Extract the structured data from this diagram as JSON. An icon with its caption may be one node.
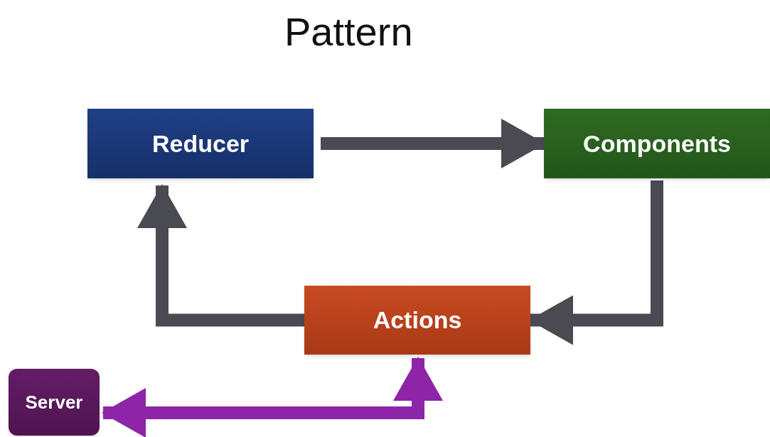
{
  "diagram": {
    "title": "Pattern",
    "nodes": [
      {
        "text": [
          "Reducer"
        ]
      },
      {
        "text": [
          "Components"
        ]
      },
      {
        "text": [
          "Actions"
        ]
      },
      {
        "text": [
          "Server"
        ]
      }
    ],
    "edges": [
      {
        "from": 0,
        "to": 1,
        "arrow": "to"
      },
      {
        "from": 1,
        "to": 2,
        "arrow": "to"
      },
      {
        "from": 2,
        "to": 0,
        "arrow": "to"
      },
      {
        "from": 3,
        "to": 2,
        "arrow": "both",
        "color": "#8e24a8"
      }
    ]
  }
}
